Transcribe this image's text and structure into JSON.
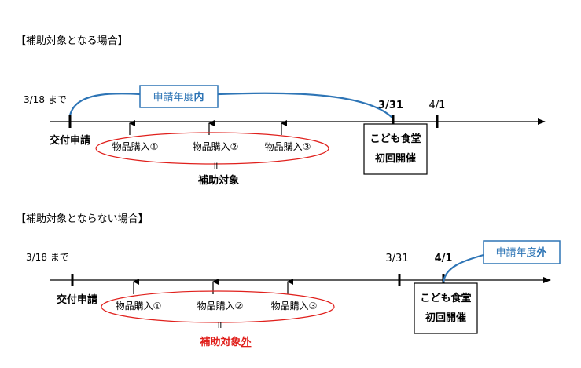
{
  "section1": {
    "heading": "【補助対象となる場合】",
    "date_start": "3/18 まで",
    "label_apply": "交付申請",
    "purchase1": "物品購入①",
    "purchase2": "物品購入②",
    "purchase3": "物品購入③",
    "date_end": "3/31",
    "date_next": "4/1",
    "callout": "申請年度",
    "callout_emph": "内",
    "event_line1": "こども食堂",
    "event_line2": "初回開催",
    "equals_sign": "॥",
    "result": "補助対象"
  },
  "section2": {
    "heading": "【補助対象とならない場合】",
    "date_start": "3/18 まで",
    "label_apply": "交付申請",
    "purchase1": "物品購入①",
    "purchase2": "物品購入②",
    "purchase3": "物品購入③",
    "date_end": "3/31",
    "date_next": "4/1",
    "callout": "申請年度",
    "callout_emph": "外",
    "event_line1": "こども食堂",
    "event_line2": "初回開催",
    "equals_sign": "॥",
    "result": "補助対象",
    "result_emph": "外"
  },
  "colors": {
    "callout_blue": "#2E75B6",
    "accent_red": "#E0201C",
    "line_black": "#000000"
  }
}
